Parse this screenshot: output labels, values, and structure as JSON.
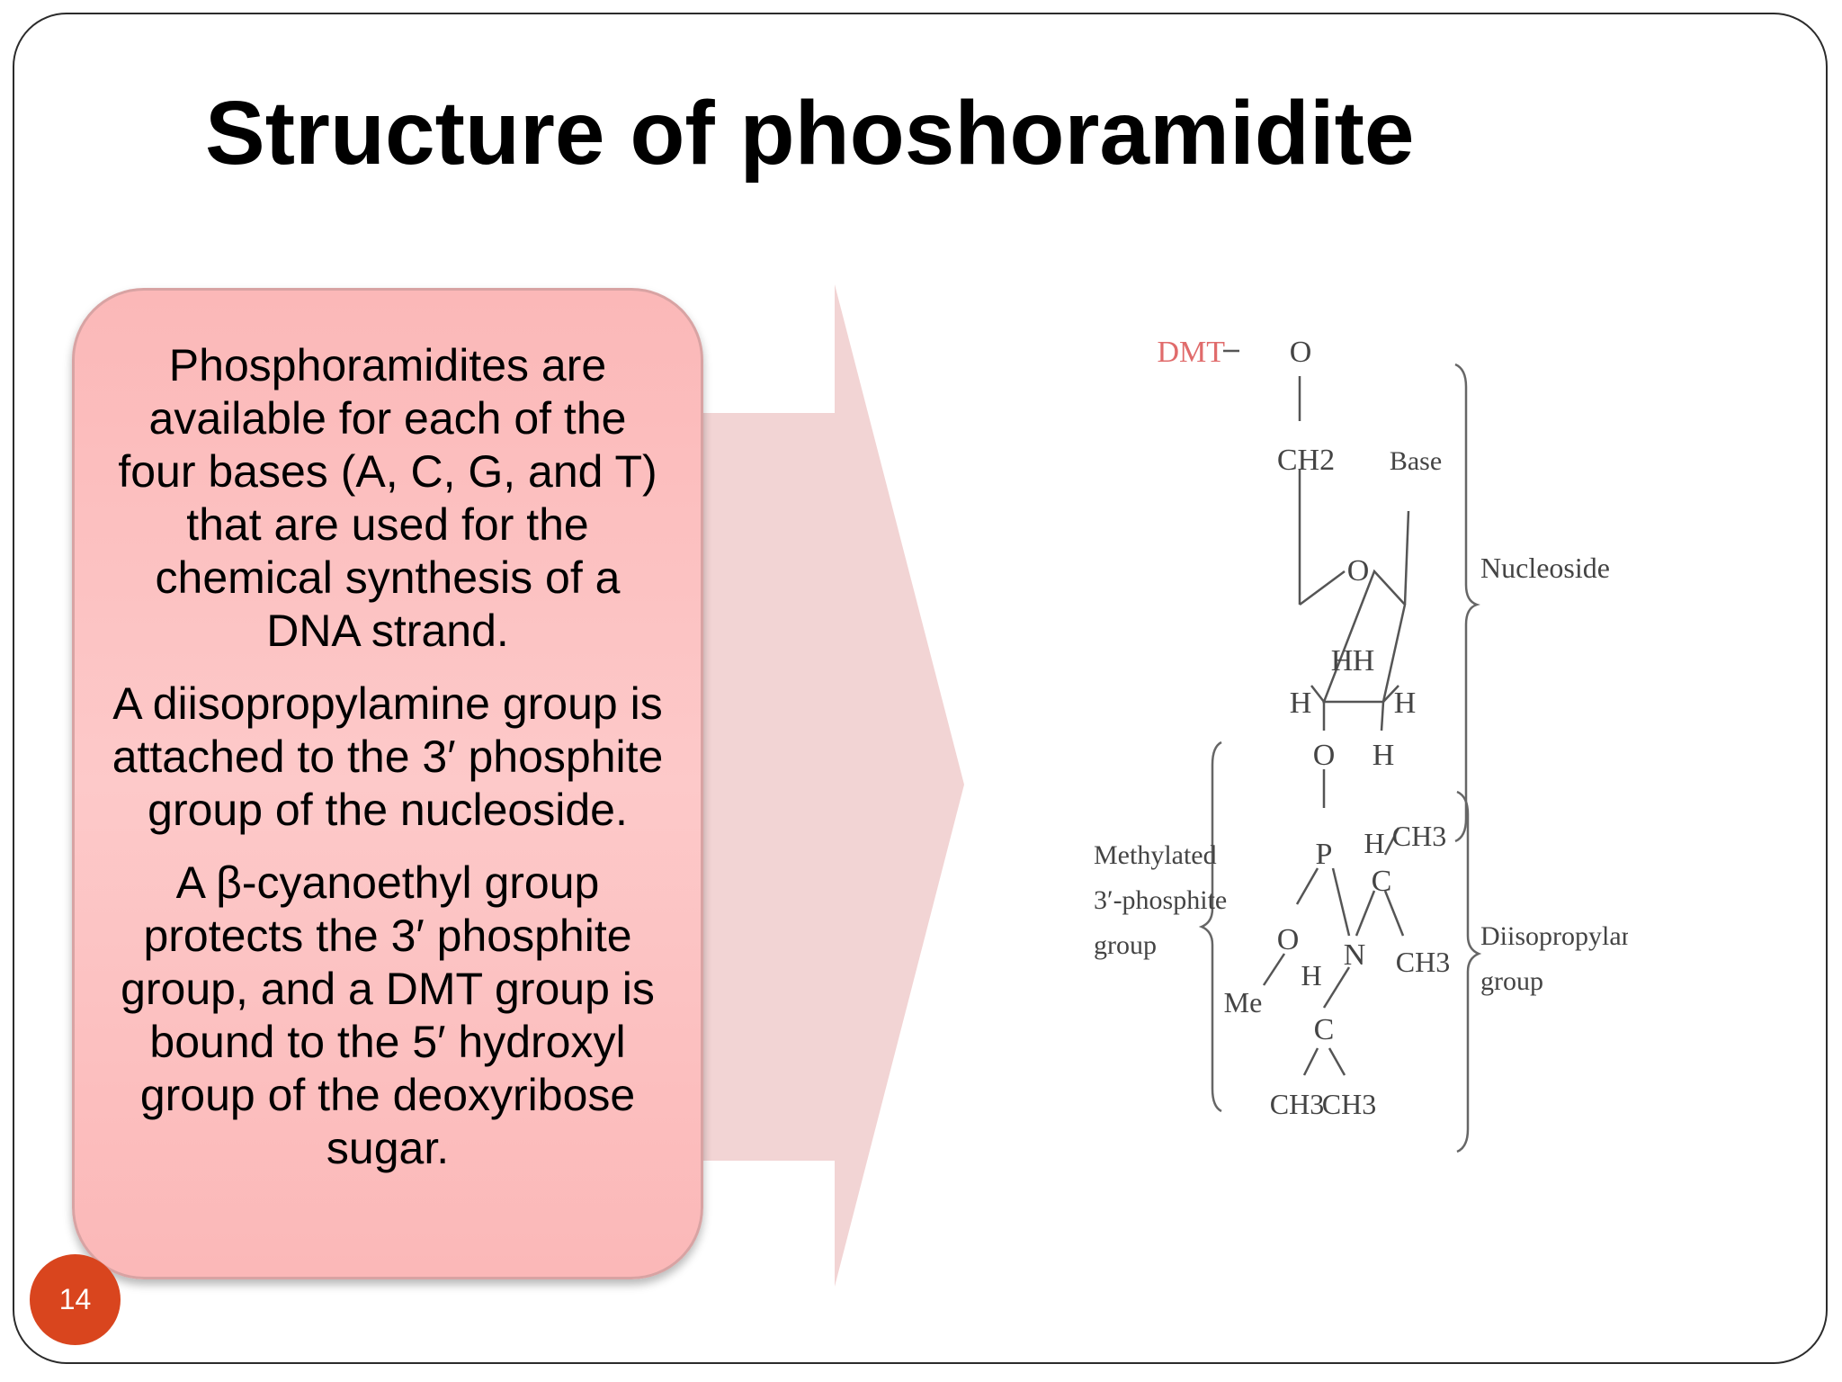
{
  "slide": {
    "title": "Structure of phoshoramidite",
    "page_number": "14"
  },
  "textbox": {
    "paragraphs": [
      "Phosphoramidites are available for each of the four bases (A, C, G, and T) that are used for the chemical synthesis of a DNA strand.",
      "A diisopropylamine group is attached to the 3′ phosphite group of the nucleoside.",
      "A β-cyanoethyl group protects the 3′ phosphite group, and a DMT group is bound to the 5′ hydroxyl group of the deoxyribose sugar."
    ]
  },
  "diagram": {
    "dmt": "DMT",
    "o_top": "O",
    "ch2_top": "CH2",
    "base": "Base",
    "ring_o": "O",
    "h_inner_1": "H",
    "h_inner_2": "H",
    "h_left": "H",
    "h_right": "H",
    "h_lower": "H",
    "o_3prime": "O",
    "p": "P",
    "o_methyl": "O",
    "me": "Me",
    "n": "N",
    "h_c_upper": "H",
    "c_upper": "C",
    "ch3_upper_1": "CH3",
    "ch3_upper_2": "CH3",
    "h_c_lower": "H",
    "c_lower": "C",
    "ch3_lower_1": "CH3",
    "ch3_lower_2": "CH3",
    "label_nucleoside": "Nucleoside",
    "label_methylated_1": "Methylated",
    "label_methylated_2": "3′-phosphite",
    "label_methylated_3": "group",
    "label_diisopropyl_1": "Diisopropylamine",
    "label_diisopropyl_2": "group"
  },
  "colors": {
    "textbox_fill": "#fdc9c9",
    "arrow_fill": "#f2d4d4",
    "page_badge": "#d9451e",
    "dmt_label": "#e06b6b"
  }
}
